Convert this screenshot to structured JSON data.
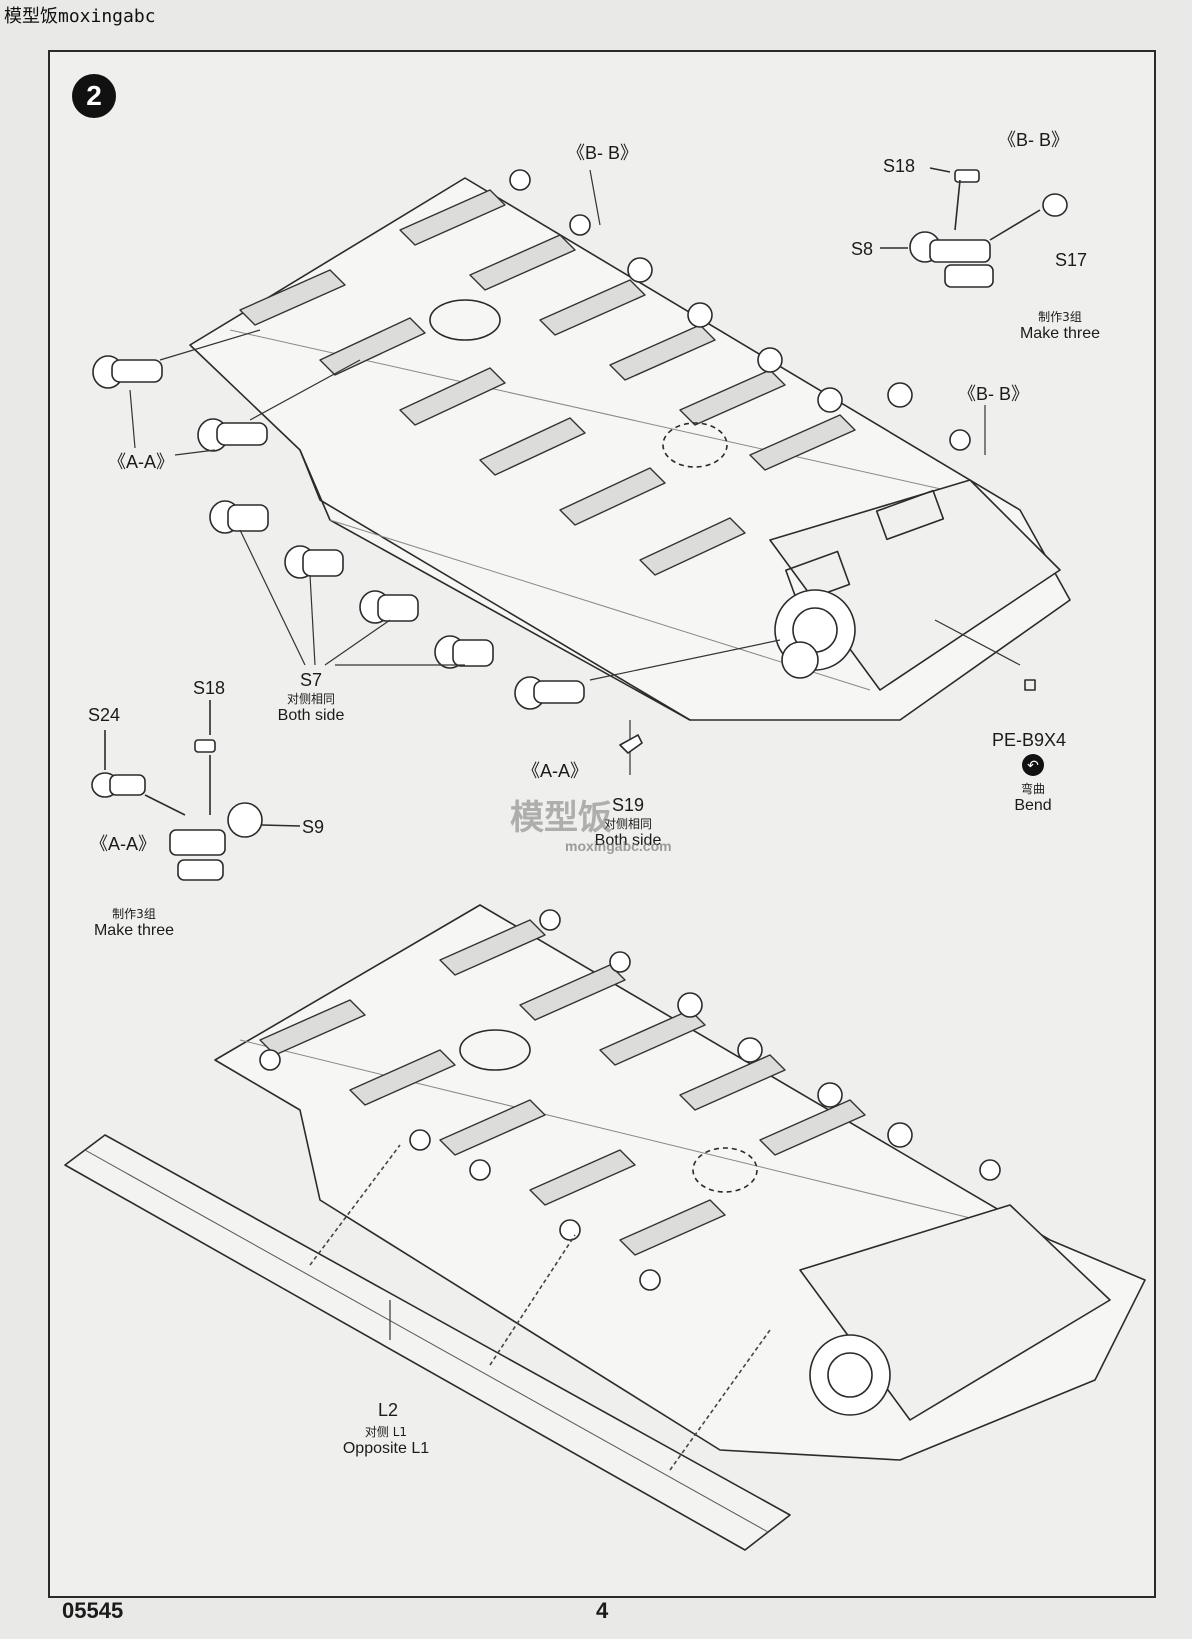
{
  "watermark_top": "模型饭moxingabc",
  "step_number": "2",
  "labels": {
    "bb_top": "《B- B》",
    "bb_right_top": "《B- B》",
    "bb_right_mid": "《B- B》",
    "aa_left": "《A-A》",
    "aa_center": "《A-A》",
    "aa_bottom_left": "《A-A》",
    "s18_right": "S18",
    "s8": "S8",
    "s17": "S17",
    "s7": "S7",
    "s18_left": "S18",
    "s24": "S24",
    "s9": "S9",
    "s19": "S19",
    "pe_b9x4": "PE-B9X4",
    "l2": "L2"
  },
  "notes": {
    "make_three_right": {
      "cn": "制作3组",
      "en": "Make three"
    },
    "make_three_left": {
      "cn": "制作3组",
      "en": "Make three"
    },
    "s7_both": {
      "cn": "对侧相同",
      "en": "Both side"
    },
    "s19_both": {
      "cn": "对侧相同",
      "en": "Both side"
    },
    "bend": {
      "cn": "弯曲",
      "en": "Bend"
    },
    "opposite_l1": {
      "cn": "对侧 L1",
      "en": "Opposite L1"
    }
  },
  "bend_icon": "curve-arrow-icon",
  "logo_watermark": {
    "cn": "模型饭",
    "en": "moxingabc.com"
  },
  "footer": {
    "code": "05545",
    "page": "4"
  }
}
